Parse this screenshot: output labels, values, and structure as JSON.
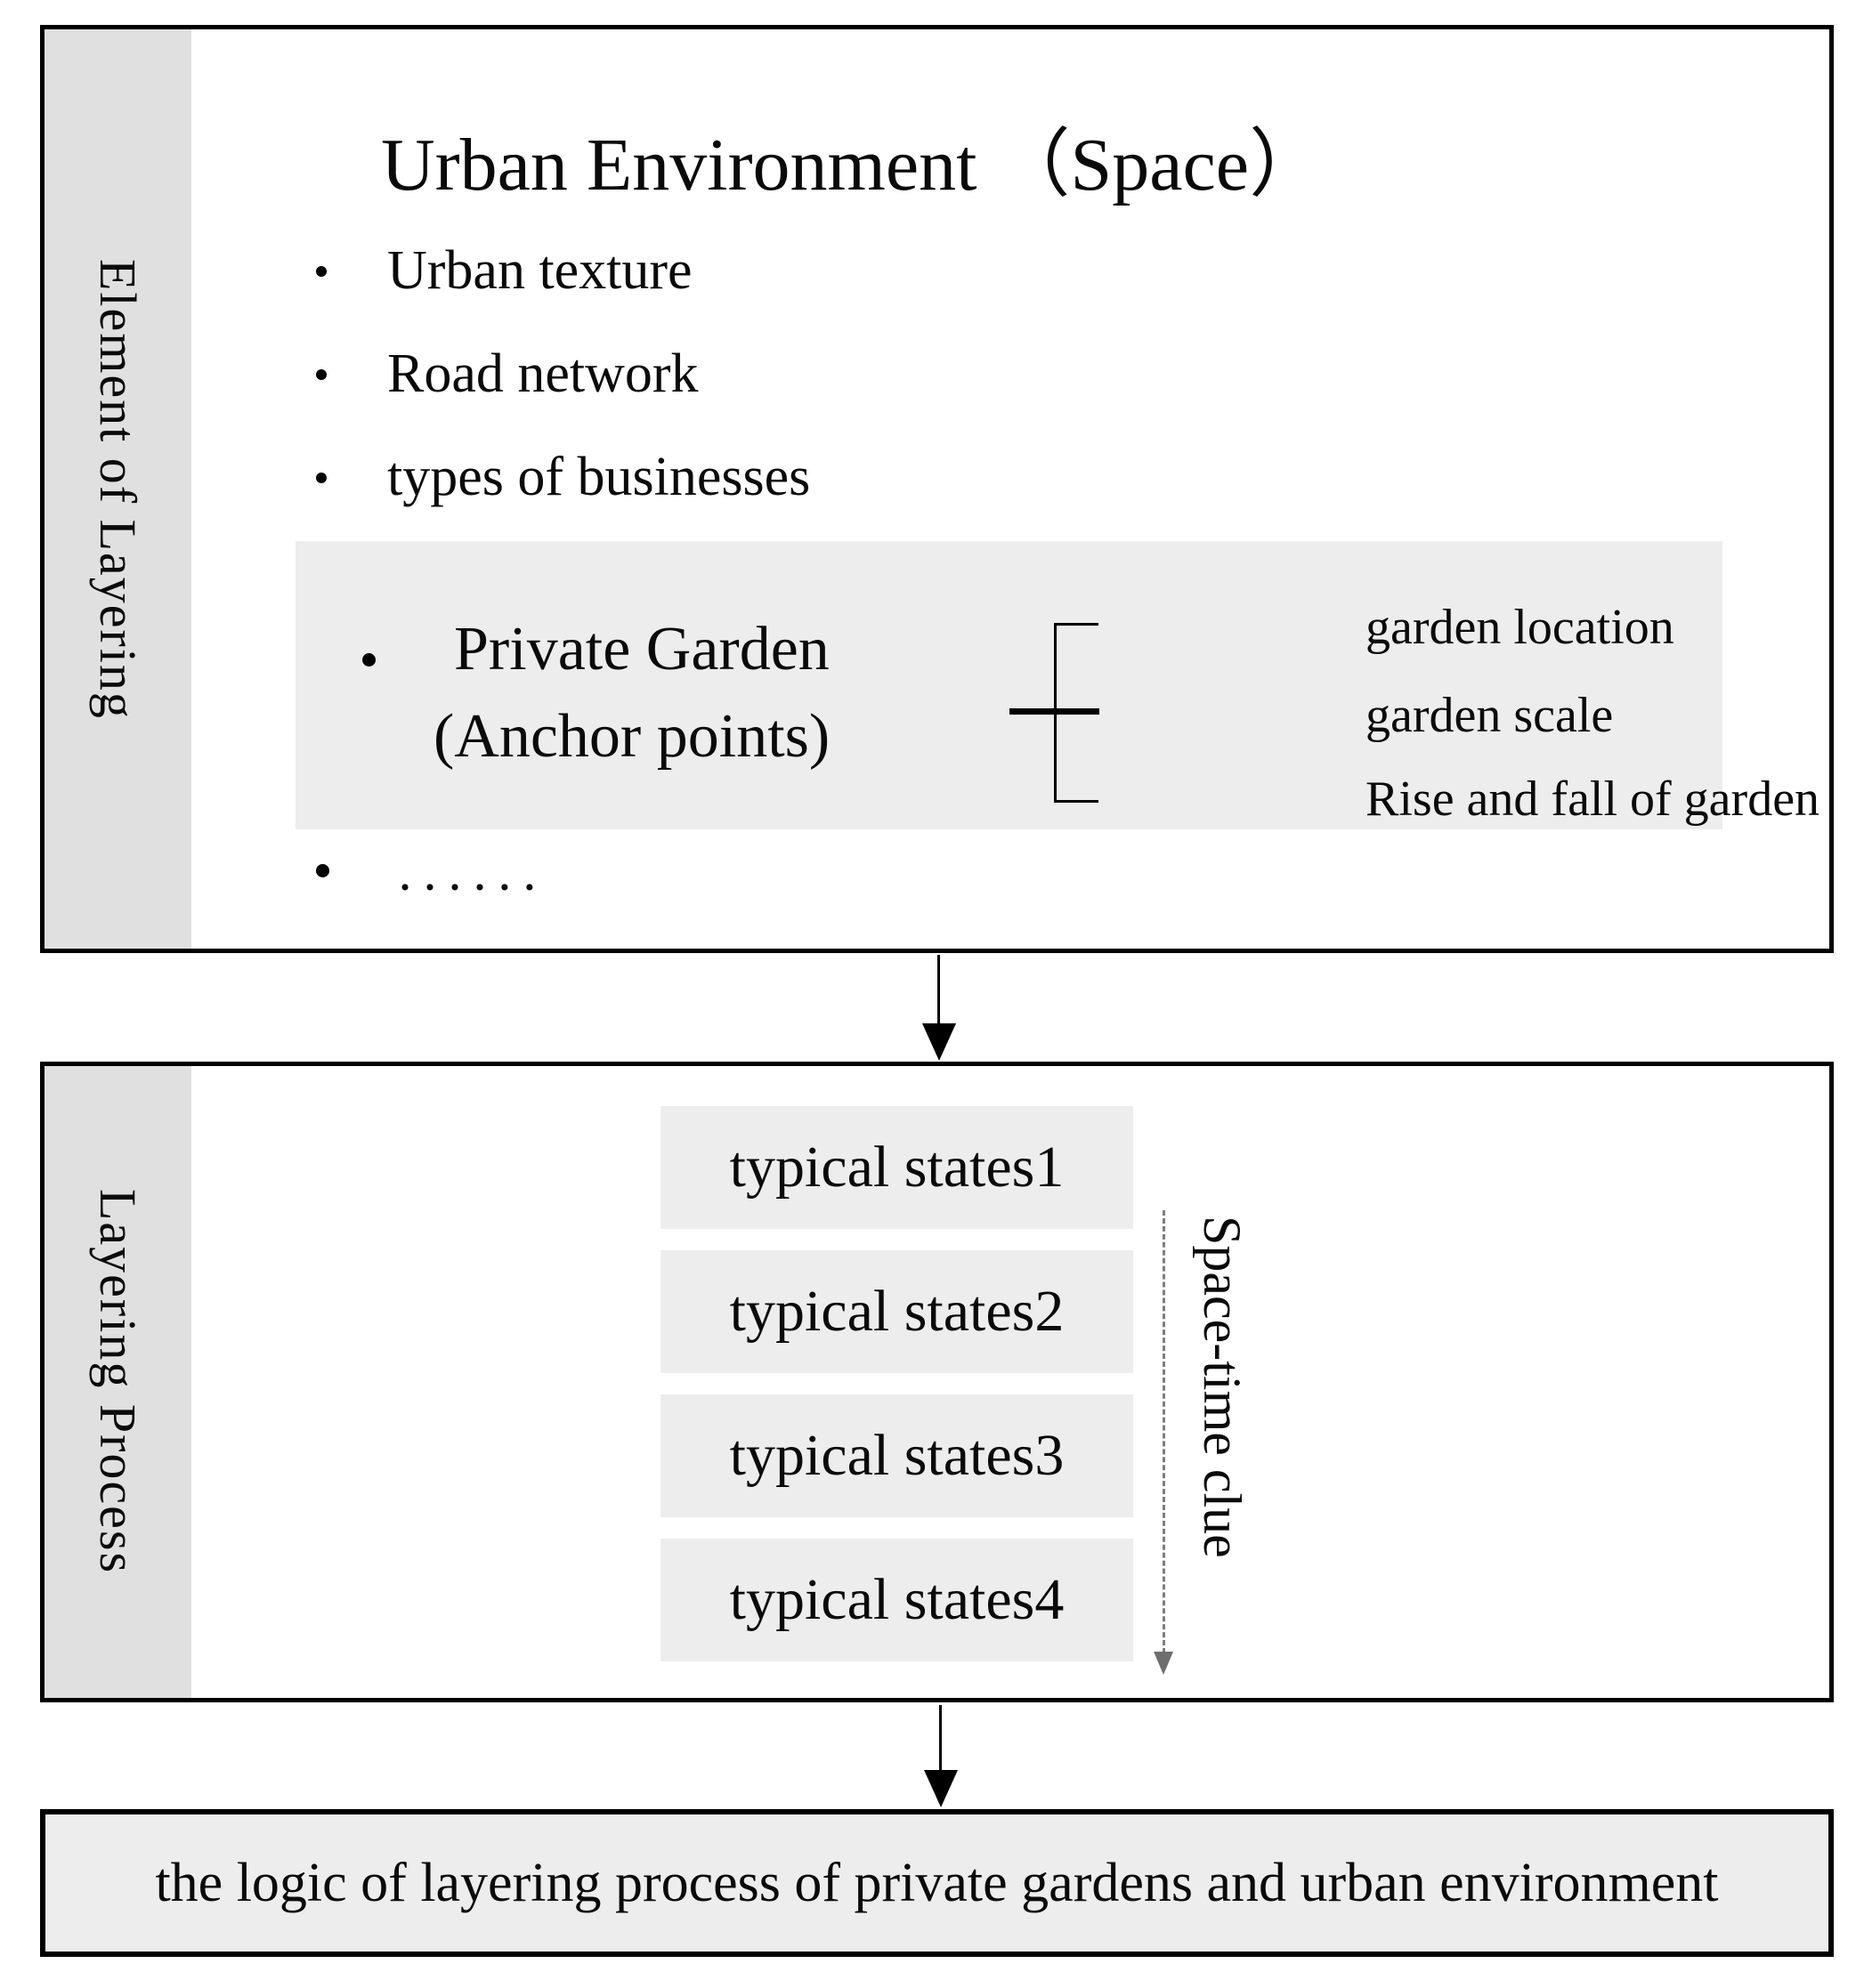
{
  "colors": {
    "border": "#000000",
    "sidebar_gray": "#e0e0e0",
    "panel_gray": "#ededed",
    "dashed_arrow_gray": "#7d7d7d"
  },
  "box1": {
    "sidebar_label": "Element of Layering",
    "title": "Urban Environment （Space）",
    "bullets": [
      "Urban texture",
      "Road network",
      "types of businesses"
    ],
    "garden": {
      "name_line1": "Private Garden",
      "name_line2": "(Anchor points)",
      "branches": [
        "garden location",
        "garden scale",
        "Rise and fall of garden"
      ]
    },
    "ellipsis_bullet": "······"
  },
  "box2": {
    "sidebar_label": "Layering Process",
    "states": [
      "typical states1",
      "typical states2",
      "typical states3",
      "typical states4"
    ],
    "arrow_label": "Space-time clue"
  },
  "box3": {
    "text": "the logic of layering process of  private gardens and urban environment"
  }
}
